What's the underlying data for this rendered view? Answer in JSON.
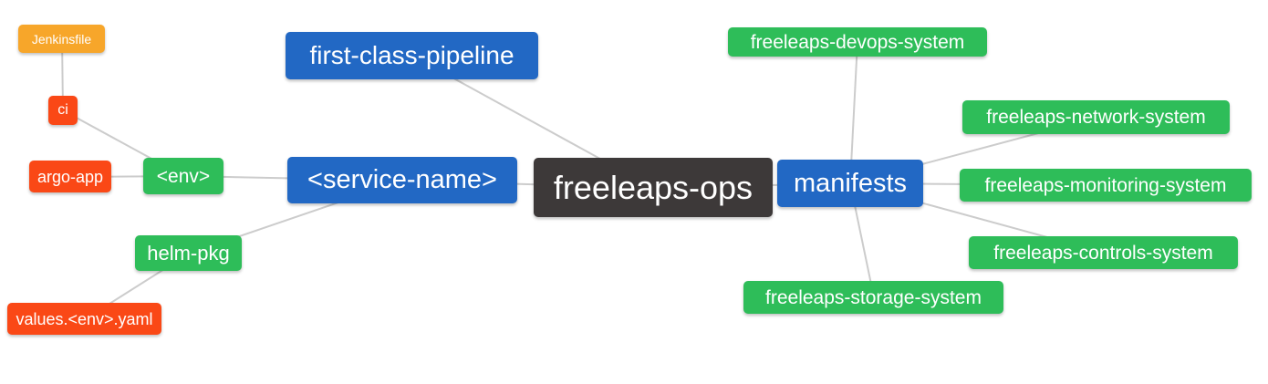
{
  "colors": {
    "root": "#3d3939",
    "blue": "#2268c4",
    "green": "#2ebd59",
    "red": "#fa4816",
    "orange": "#f7a62a",
    "edge": "#cccccc",
    "text": "#ffffff",
    "bg": "#ffffff"
  },
  "nodes": [
    {
      "id": "jenkinsfile",
      "label": "Jenkinsfile",
      "color": "orange"
    },
    {
      "id": "ci",
      "label": "ci",
      "color": "red"
    },
    {
      "id": "argo-app",
      "label": "argo-app",
      "color": "red"
    },
    {
      "id": "env",
      "label": "<env>",
      "color": "green"
    },
    {
      "id": "helm-pkg",
      "label": "helm-pkg",
      "color": "green"
    },
    {
      "id": "values-env-yaml",
      "label": "values.<env>.yaml",
      "color": "red"
    },
    {
      "id": "first-class-pipeline",
      "label": "first-class-pipeline",
      "color": "blue"
    },
    {
      "id": "service-name",
      "label": "<service-name>",
      "color": "blue"
    },
    {
      "id": "freeleaps-ops",
      "label": "freeleaps-ops",
      "color": "dark"
    },
    {
      "id": "manifests",
      "label": "manifests",
      "color": "blue"
    },
    {
      "id": "devops-system",
      "label": "freeleaps-devops-system",
      "color": "green"
    },
    {
      "id": "network-system",
      "label": "freeleaps-network-system",
      "color": "green"
    },
    {
      "id": "monitoring-system",
      "label": "freeleaps-monitoring-system",
      "color": "green"
    },
    {
      "id": "controls-system",
      "label": "freeleaps-controls-system",
      "color": "green"
    },
    {
      "id": "storage-system",
      "label": "freeleaps-storage-system",
      "color": "green"
    }
  ],
  "edges": [
    {
      "from": "jenkinsfile",
      "to": "ci"
    },
    {
      "from": "ci",
      "to": "env"
    },
    {
      "from": "argo-app",
      "to": "env"
    },
    {
      "from": "env",
      "to": "service-name"
    },
    {
      "from": "helm-pkg",
      "to": "service-name"
    },
    {
      "from": "values-env-yaml",
      "to": "helm-pkg"
    },
    {
      "from": "first-class-pipeline",
      "to": "freeleaps-ops"
    },
    {
      "from": "service-name",
      "to": "freeleaps-ops"
    },
    {
      "from": "freeleaps-ops",
      "to": "manifests"
    },
    {
      "from": "manifests",
      "to": "devops-system"
    },
    {
      "from": "manifests",
      "to": "network-system"
    },
    {
      "from": "manifests",
      "to": "monitoring-system"
    },
    {
      "from": "manifests",
      "to": "controls-system"
    },
    {
      "from": "manifests",
      "to": "storage-system"
    }
  ]
}
